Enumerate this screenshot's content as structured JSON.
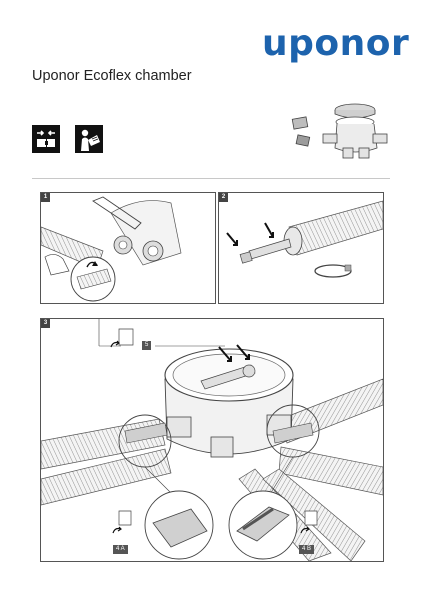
{
  "brand": {
    "logo_text": "uponor",
    "logo_color": "#1d63ad"
  },
  "document": {
    "title": "Uponor Ecoflex chamber"
  },
  "steps": [
    {
      "number": "1"
    },
    {
      "number": "2"
    },
    {
      "number": "3"
    }
  ],
  "refs": {
    "ref5": "5",
    "ref4a": "4 A",
    "ref4b": "4 B"
  },
  "icons": [
    "disassemble-icon",
    "read-instructions-icon"
  ]
}
